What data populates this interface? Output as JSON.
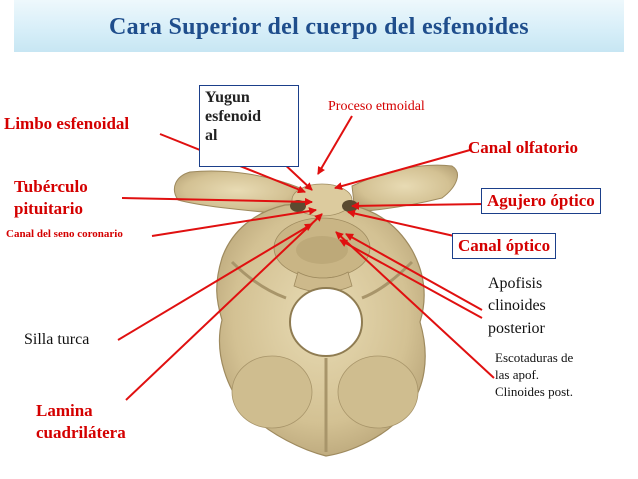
{
  "title": "Cara  Superior del cuerpo del esfenoides",
  "labels": {
    "limbo": "Limbo esfenoidal",
    "yugum_1": "Yugun",
    "yugum_2": "esfenoid",
    "yugum_3": "al",
    "proceso": "Proceso etmoidal",
    "canal_olfatorio": "Canal olfatorio",
    "tuberculo_1": "Tubérculo",
    "tuberculo_2": "pituitario",
    "agujero": "Agujero óptico",
    "seno": "Canal del seno coronario",
    "canal_optico": "Canal óptico",
    "apofisis_1": "Apofisis",
    "apofisis_2": "clinoides",
    "apofisis_3": "posterior",
    "silla": "Silla turca",
    "escotaduras_1": "Escotaduras de",
    "escotaduras_2": "las apof.",
    "escotaduras_3": "Clinoides post.",
    "lamina_1": "Lamina",
    "lamina_2": "cuadrilátera"
  },
  "colors": {
    "title": "#1f4e8c",
    "arrow": "#e01010",
    "bone": "#d8c79a",
    "bone_dark": "#a8956a",
    "box_border": "#1b3f8a"
  }
}
